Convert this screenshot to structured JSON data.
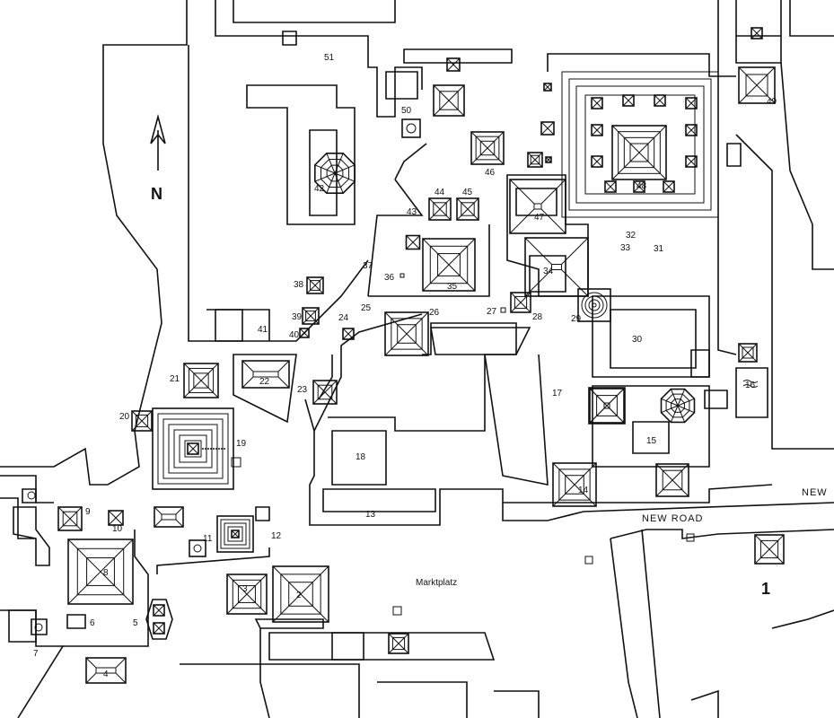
{
  "map": {
    "north_label": "N",
    "road_label": "NEW ROAD",
    "road_label_right": "NEW",
    "square_label": "Marktplatz",
    "labels": [
      "1",
      "2",
      "3",
      "4",
      "5",
      "6",
      "7",
      "8",
      "9",
      "10",
      "11",
      "12",
      "13",
      "14",
      "15",
      "16",
      "17",
      "18",
      "19",
      "20",
      "21",
      "22",
      "23",
      "24",
      "25",
      "26",
      "27",
      "28",
      "29",
      "30",
      "31",
      "32",
      "33",
      "34",
      "35",
      "36",
      "37",
      "38",
      "39",
      "40",
      "41",
      "42",
      "43",
      "44",
      "45",
      "46",
      "47",
      "48",
      "49",
      "50",
      "51"
    ]
  }
}
